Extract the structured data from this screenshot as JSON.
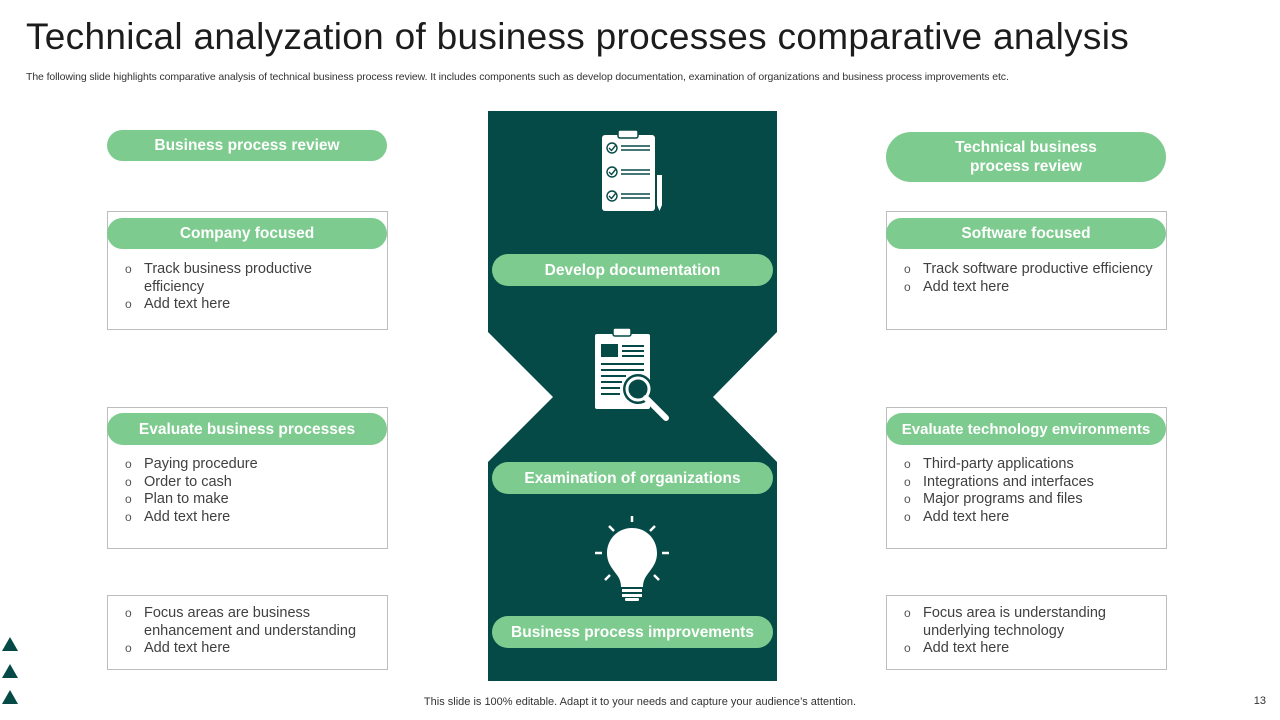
{
  "slide": {
    "title": "Technical analyzation of business processes comparative analysis",
    "subtitle": "The following slide highlights comparative analysis of technical business process review. It includes components such as develop documentation, examination of organizations and business process improvements etc.",
    "footer": "This slide is 100% editable. Adapt it to your needs and capture your audience’s attention.",
    "page_number": "13"
  },
  "left": {
    "header": "Business process review",
    "card1": {
      "title": "Company focused",
      "items": [
        "Track business productive efficiency",
        "Add text here"
      ]
    },
    "card2": {
      "title": "Evaluate business processes",
      "items": [
        "Paying procedure",
        "Order to cash",
        "Plan to make",
        "Add text here"
      ]
    },
    "card3": {
      "items": [
        "Focus areas are business enhancement and understanding",
        "Add text here"
      ]
    }
  },
  "right": {
    "header": "Technical business process review",
    "card1": {
      "title": "Software focused",
      "items": [
        "Track software productive efficiency",
        "Add text here"
      ]
    },
    "card2": {
      "title": "Evaluate technology environments",
      "items": [
        "Third-party applications",
        "Integrations and interfaces",
        "Major programs and files",
        "Add text here"
      ]
    },
    "card3": {
      "items": [
        "Focus area is understanding underlying technology",
        "Add text here"
      ]
    }
  },
  "center": {
    "stage1": "Develop documentation",
    "stage2": "Examination of organizations",
    "stage3": "Business process improvements",
    "icons": [
      "checklist-icon",
      "document-search-icon",
      "lightbulb-icon"
    ]
  },
  "colors": {
    "dark_green": "#064a47",
    "light_green": "#7dcb8e"
  }
}
